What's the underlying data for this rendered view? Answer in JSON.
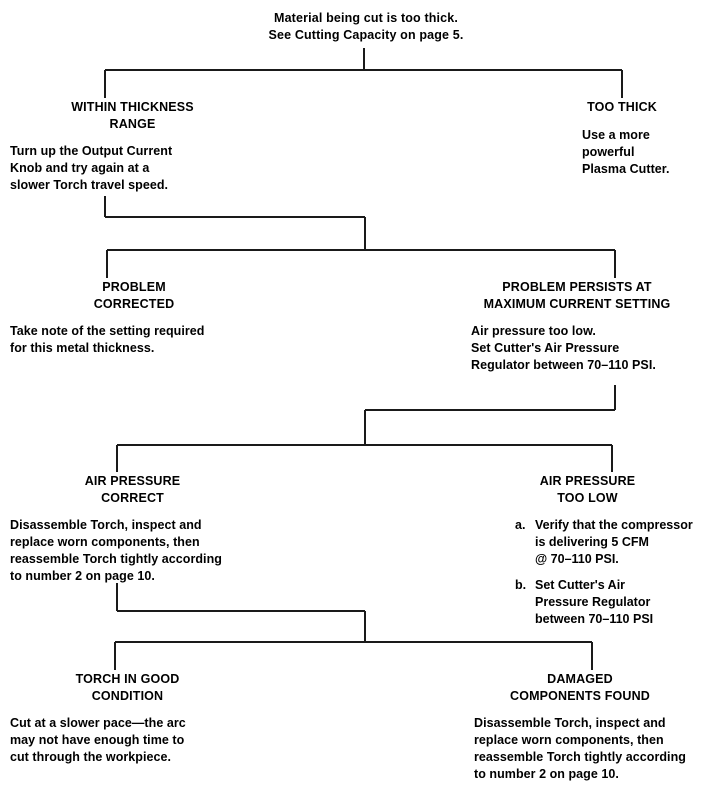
{
  "diagram": {
    "type": "troubleshooting-flowchart",
    "subject": "Plasma Cutter — material too thick troubleshooting",
    "line_color": "#1a1a1a",
    "text_color": "#000000",
    "background_color": "#ffffff"
  },
  "root": {
    "text": "Material being cut is too thick.\nSee Cutting Capacity on page 5."
  },
  "level1": {
    "left": {
      "title": "WITHIN THICKNESS\nRANGE",
      "body": "Turn up the Output Current\nKnob and try again at a\nslower Torch travel speed."
    },
    "right": {
      "title": "TOO THICK",
      "body": "Use a more\npowerful\nPlasma Cutter."
    }
  },
  "level2": {
    "left": {
      "title": "PROBLEM\nCORRECTED",
      "body": "Take note of the setting required\nfor this metal thickness."
    },
    "right": {
      "title": "PROBLEM PERSISTS AT\nMAXIMUM CURRENT SETTING",
      "body": "Air pressure too low.\nSet Cutter's Air Pressure\nRegulator between 70–110 PSI."
    }
  },
  "level3": {
    "left": {
      "title": "AIR PRESSURE\nCORRECT",
      "body": "Disassemble Torch, inspect and\nreplace worn components, then\nreassemble Torch tightly according\nto number 2 on page 10."
    },
    "right": {
      "title": "AIR PRESSURE\nTOO LOW",
      "items": [
        {
          "marker": "a.",
          "text": "Verify that the compressor\nis delivering 5 CFM\n@ 70–110 PSI."
        },
        {
          "marker": "b.",
          "text": "Set Cutter's Air\nPressure Regulator\nbetween 70–110 PSI"
        }
      ]
    }
  },
  "level4": {
    "left": {
      "title": "TORCH IN GOOD\nCONDITION",
      "body": "Cut at a slower pace—the arc\nmay not have enough time to\ncut through the workpiece."
    },
    "right": {
      "title": "DAMAGED\nCOMPONENTS FOUND",
      "body": "Disassemble Torch, inspect and\nreplace worn components, then\nreassemble Torch tightly according\nto number 2 on page 10."
    }
  }
}
